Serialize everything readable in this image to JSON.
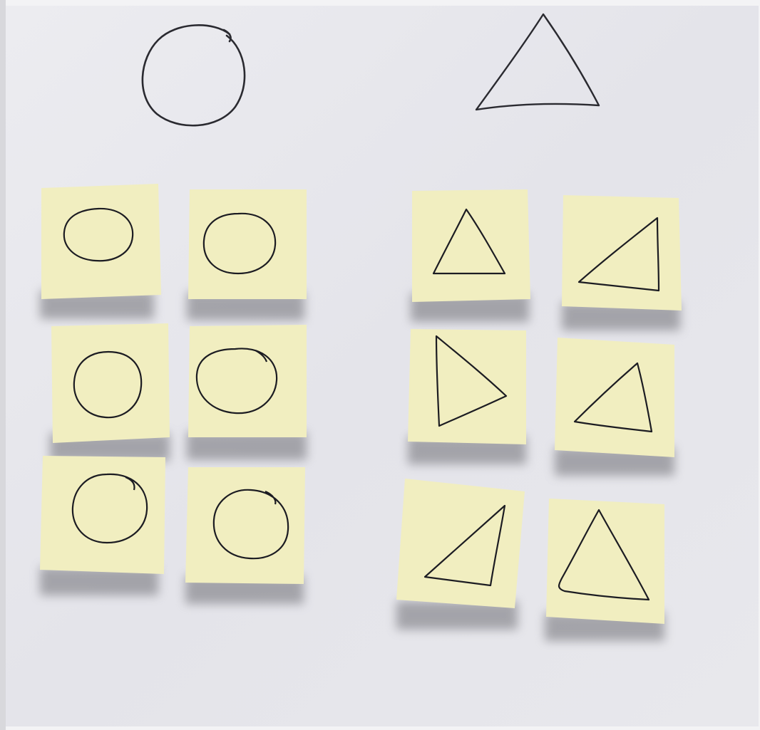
{
  "scene": {
    "description_free": true,
    "colors": {
      "background_paper": "#e6e6ea",
      "paper_edge": "#f4f4f6",
      "sticky_note": "#f2efbf",
      "sticky_shadow": "#8a8a90",
      "ink": "#1c1c22"
    },
    "header_shapes": [
      {
        "shape": "circle"
      },
      {
        "shape": "triangle"
      }
    ],
    "sticky_note_groups": [
      {
        "group": "circles",
        "notes": [
          {
            "shape": "circle"
          },
          {
            "shape": "circle"
          },
          {
            "shape": "circle"
          },
          {
            "shape": "circle"
          },
          {
            "shape": "circle"
          },
          {
            "shape": "circle"
          }
        ]
      },
      {
        "group": "triangles",
        "notes": [
          {
            "shape": "triangle"
          },
          {
            "shape": "triangle"
          },
          {
            "shape": "triangle"
          },
          {
            "shape": "triangle"
          },
          {
            "shape": "triangle"
          },
          {
            "shape": "triangle"
          }
        ]
      }
    ]
  }
}
